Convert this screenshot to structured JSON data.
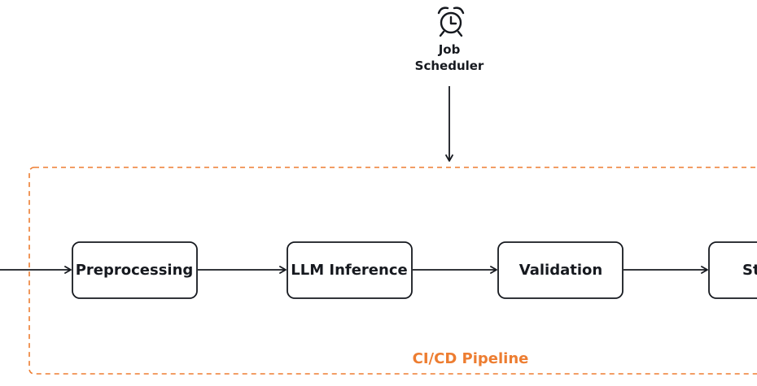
{
  "colors": {
    "stroke": "#16191f",
    "container_border": "#ed7d31",
    "container_label": "#ed7d31"
  },
  "scheduler": {
    "icon": "alarm-clock-icon",
    "label_line1": "Job",
    "label_line2": "Scheduler"
  },
  "pipeline": {
    "label": "CI/CD Pipeline",
    "steps": [
      {
        "label": "Preprocessing"
      },
      {
        "label": "LLM Inference"
      },
      {
        "label": "Validation"
      },
      {
        "label": "St"
      }
    ]
  }
}
